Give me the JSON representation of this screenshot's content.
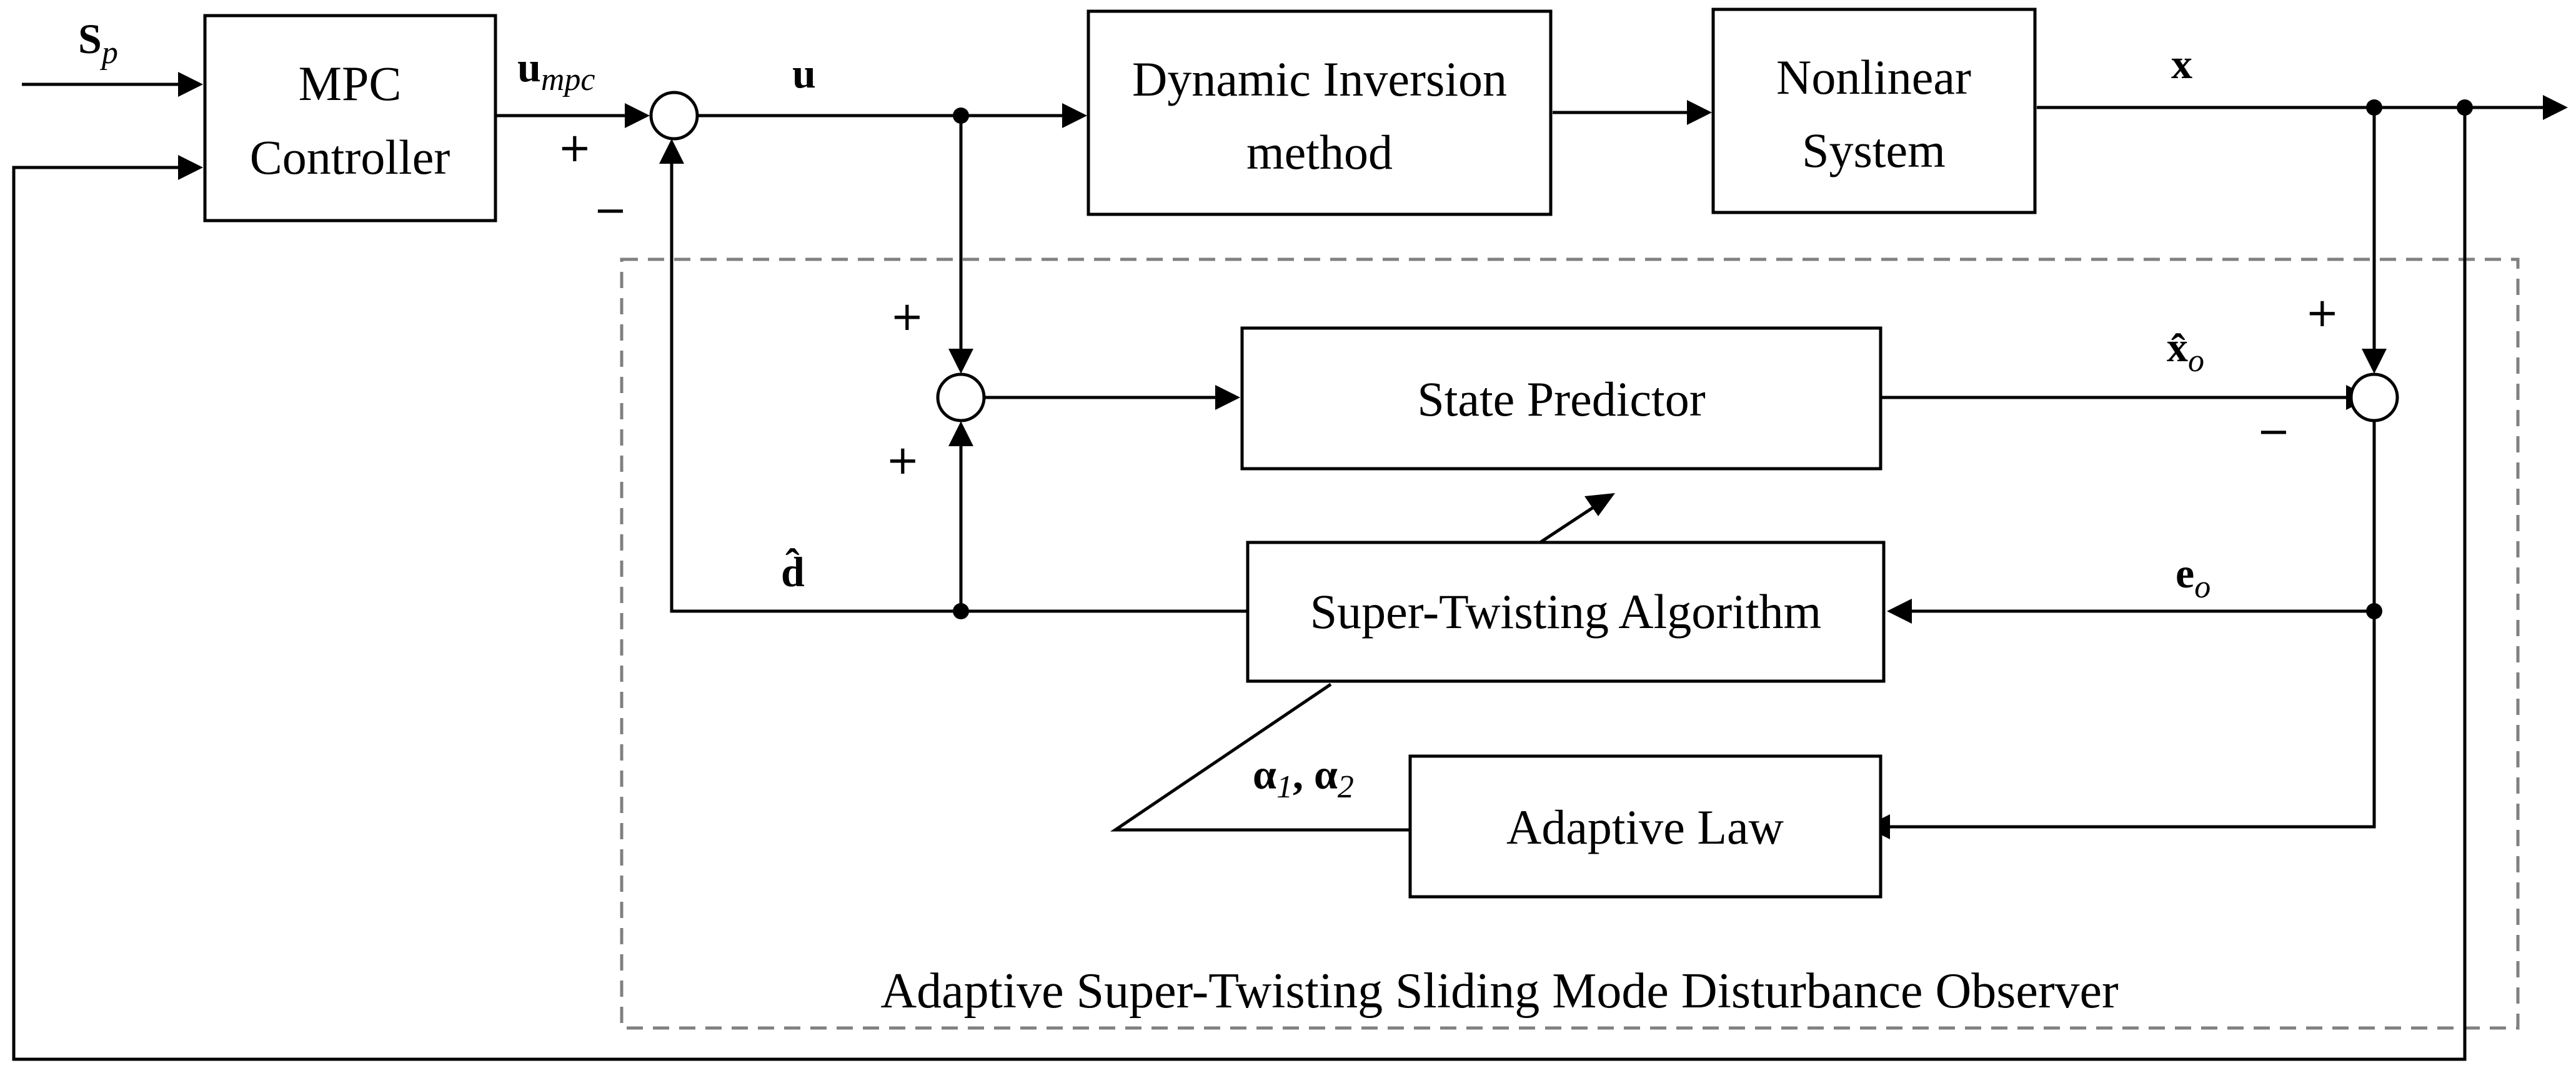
{
  "blocks": {
    "mpc_line1": "MPC",
    "mpc_line2": "Controller",
    "dyn_line1": "Dynamic Inversion",
    "dyn_line2": "method",
    "sys_line1": "Nonlinear",
    "sys_line2": "System",
    "predictor": "State Predictor",
    "sta": "Super-Twisting Algorithm",
    "adaptive": "Adaptive Law"
  },
  "observer_label": "Adaptive Super-Twisting Sliding Mode Disturbance Observer",
  "signals": {
    "sp": {
      "main": "S",
      "sub": "p"
    },
    "umpc": {
      "main": "u",
      "sub": "mpc"
    },
    "u": "u",
    "x": "x",
    "xhat": {
      "main": "x̂",
      "sub": "o"
    },
    "dhat": "d̂",
    "eo": {
      "main": "e",
      "sub": "o"
    },
    "alpha": {
      "a1": "α",
      "s1": "1",
      "sep": ", ",
      "a2": "α",
      "s2": "2"
    }
  },
  "signs": {
    "plus": "+",
    "minus": "−"
  }
}
